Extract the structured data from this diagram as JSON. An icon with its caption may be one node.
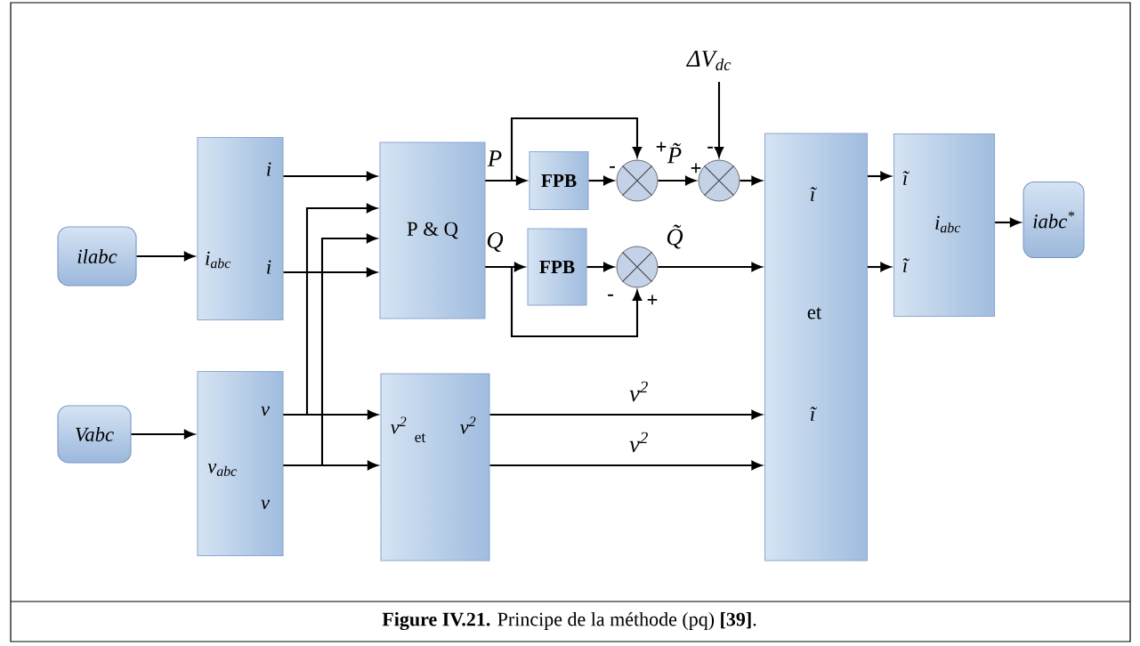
{
  "diagram": {
    "caption": "**Figure IV.21.** Principe de la méthode (pq) **[39]**.",
    "nodes": [
      {
        "text": [
          "ilabc"
        ]
      },
      {
        "text": [
          "i",
          "i$_{abc}$",
          "i"
        ]
      },
      {
        "text": [
          "Vabc"
        ]
      },
      {
        "text": [
          "v",
          "v$_{abc}$",
          "v"
        ]
      },
      {
        "text": [
          "P & Q"
        ]
      },
      {
        "text": [
          "FPB"
        ]
      },
      {
        "text": [],
        "shape": "circle"
      },
      {
        "text": [],
        "shape": "circle"
      },
      {
        "text": [
          "FPB"
        ]
      },
      {
        "text": [],
        "shape": "circle"
      },
      {
        "text": [
          "v$^{2}$",
          "et",
          "v$^{2}$"
        ]
      },
      {
        "text": [
          "ĩ",
          "et",
          "ĩ"
        ]
      },
      {
        "text": [
          "ĩ",
          "i$_{abc}$",
          "ĩ"
        ]
      },
      {
        "text": [
          "iabc$^{*}$"
        ]
      }
    ],
    "edges": [
      {
        "from": 0,
        "to": 1,
        "arrow": "to"
      },
      {
        "from": 1,
        "to": 4,
        "arrow": "to"
      },
      {
        "from": 1,
        "to": 4,
        "arrow": "to"
      },
      {
        "from": 3,
        "to": 4,
        "arrow": "to"
      },
      {
        "from": 3,
        "to": 4,
        "arrow": "to"
      },
      {
        "from": 3,
        "to": 10,
        "arrow": "to"
      },
      {
        "from": 3,
        "to": 10,
        "arrow": "to"
      },
      {
        "from": 2,
        "to": 3,
        "arrow": "to"
      },
      {
        "from": 4,
        "to": 5,
        "arrow": "to",
        "label": "P"
      },
      {
        "from": 4,
        "to": 6,
        "arrow": "to"
      },
      {
        "from": 5,
        "to": 6,
        "arrow": "to"
      },
      {
        "from": 6,
        "to": 7,
        "arrow": "to",
        "label": "P̃"
      },
      {
        "from": null,
        "to": 7,
        "arrow": "to",
        "label": "ΔV$_{dc}$"
      },
      {
        "from": 7,
        "to": 11,
        "arrow": "to"
      },
      {
        "from": 4,
        "to": 8,
        "arrow": "to",
        "label": "Q"
      },
      {
        "from": 4,
        "to": 9,
        "arrow": "to"
      },
      {
        "from": 8,
        "to": 9,
        "arrow": "to"
      },
      {
        "from": 9,
        "to": 11,
        "arrow": "to",
        "label": "Q̃"
      },
      {
        "from": 10,
        "to": 11,
        "arrow": "to",
        "label": "v$^{2}$"
      },
      {
        "from": 10,
        "to": 11,
        "arrow": "to",
        "label": "v$^{2}$"
      },
      {
        "from": 11,
        "to": 12,
        "arrow": "to"
      },
      {
        "from": 11,
        "to": 12,
        "arrow": "to"
      },
      {
        "from": 12,
        "to": 13,
        "arrow": "to"
      }
    ],
    "labels": [
      "+",
      "-",
      "-",
      "+",
      "-",
      "+"
    ]
  }
}
